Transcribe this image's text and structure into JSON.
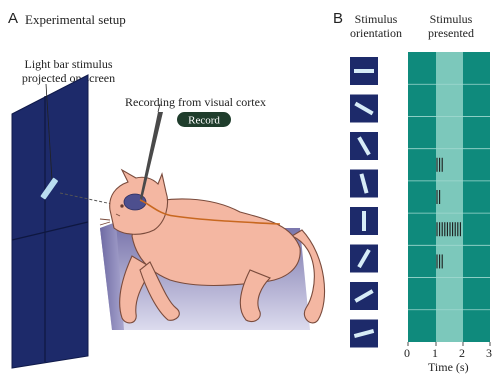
{
  "panel_a": {
    "letter": "A",
    "title": "Experimental setup",
    "stimulus_label_line1": "Light bar stimulus",
    "stimulus_label_line2": "projected on screen",
    "recording_label": "Recording from visual cortex",
    "record_badge": "Record"
  },
  "panel_b": {
    "letter": "B",
    "orientation_header_line1": "Stimulus",
    "orientation_header_line2": "orientation",
    "presented_header_line1": "Stimulus",
    "presented_header_line2": "presented",
    "x_ticks": [
      "0",
      "1",
      "2",
      "3"
    ],
    "x_label": "Time (s)",
    "orientations_deg": [
      0,
      30,
      60,
      75,
      90,
      120,
      150,
      165
    ],
    "spike_counts": [
      0,
      0,
      0,
      3,
      2,
      10,
      3,
      0,
      0
    ]
  },
  "colors": {
    "screen": "#1d2a6a",
    "raster_bg": "#0f8a7c",
    "stimulus_band": "#7cc8bb",
    "cat": "#f4b7a2",
    "table": "#8a86b6",
    "record_badge": "#1f3d2c"
  }
}
